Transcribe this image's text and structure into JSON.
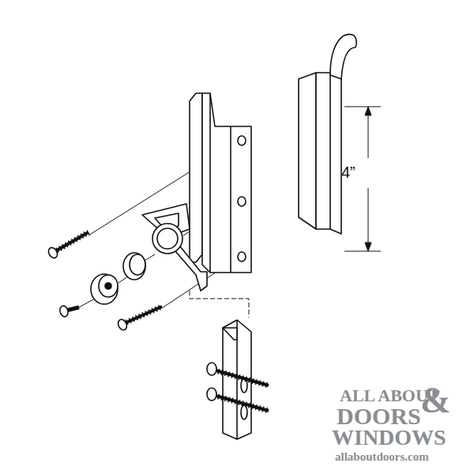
{
  "diagram": {
    "labels": [
      "4”",
      "ALL ABOUT",
      "DOORS",
      "&",
      "WINDOWS",
      "allaboutdoors.com"
    ]
  }
}
